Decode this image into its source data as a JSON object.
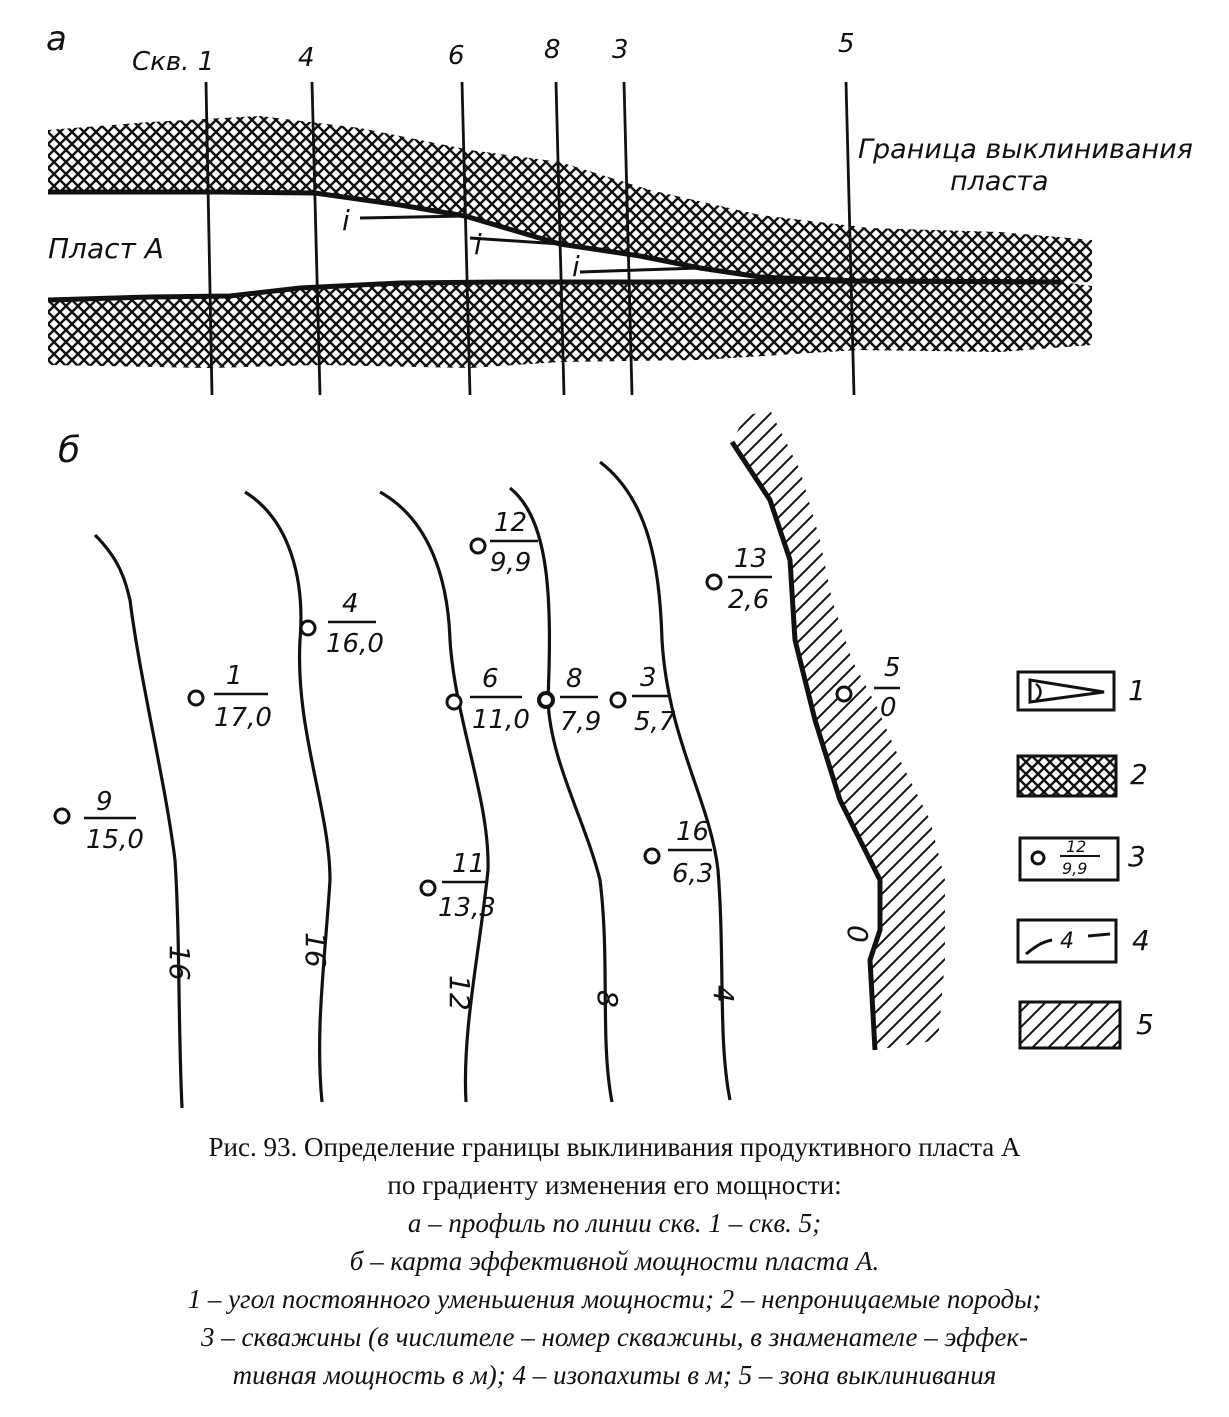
{
  "profile": {
    "panel_label": "а",
    "layer_label": "Пласт А",
    "wells": [
      {
        "label": "Скв. 1"
      },
      {
        "label": "4"
      },
      {
        "label": "6"
      },
      {
        "label": "8"
      },
      {
        "label": "3"
      },
      {
        "label": "5"
      }
    ],
    "boundary_label_line1": "Граница выклинивания",
    "boundary_label_line2": "пласта",
    "angle_marks": [
      "i",
      "i",
      "i"
    ]
  },
  "map": {
    "panel_label": "б",
    "wells": [
      {
        "number": "12",
        "thickness": "9,9"
      },
      {
        "number": "13",
        "thickness": "2,6"
      },
      {
        "number": "4",
        "thickness": "16,0"
      },
      {
        "number": "1",
        "thickness": "17,0"
      },
      {
        "number": "6",
        "thickness": "11,0"
      },
      {
        "number": "8",
        "thickness": "7,9"
      },
      {
        "number": "3",
        "thickness": "5,7"
      },
      {
        "number": "5",
        "thickness": "0"
      },
      {
        "number": "9",
        "thickness": "15,0"
      },
      {
        "number": "16",
        "thickness": "6,3"
      },
      {
        "number": "11",
        "thickness": "13,3"
      }
    ],
    "isopach_labels": [
      "16",
      "16",
      "12",
      "8",
      "4",
      "0"
    ]
  },
  "legend": {
    "items": [
      {
        "number": "1"
      },
      {
        "number": "2"
      },
      {
        "number": "3",
        "sample_number": "12",
        "sample_value": "9,9"
      },
      {
        "number": "4",
        "sample_value": "4"
      },
      {
        "number": "5"
      }
    ]
  },
  "caption": {
    "line1": "Рис. 93. Определение границы выклинивания продуктивного пласта А",
    "line2": "по градиенту изменения его мощности:",
    "line3": "а – профиль по линии скв. 1 – скв. 5;",
    "line4": "б – карта эффективной мощности пласта А.",
    "line5": "1 – угол постоянного уменьшения мощности; 2 – непроницаемые породы;",
    "line6": "3 – скважины (в числителе – номер скважины, в знаменателе – эффек-",
    "line7": "тивная мощность в м); 4 – изопахиты в м; 5 – зона выклинивания"
  }
}
